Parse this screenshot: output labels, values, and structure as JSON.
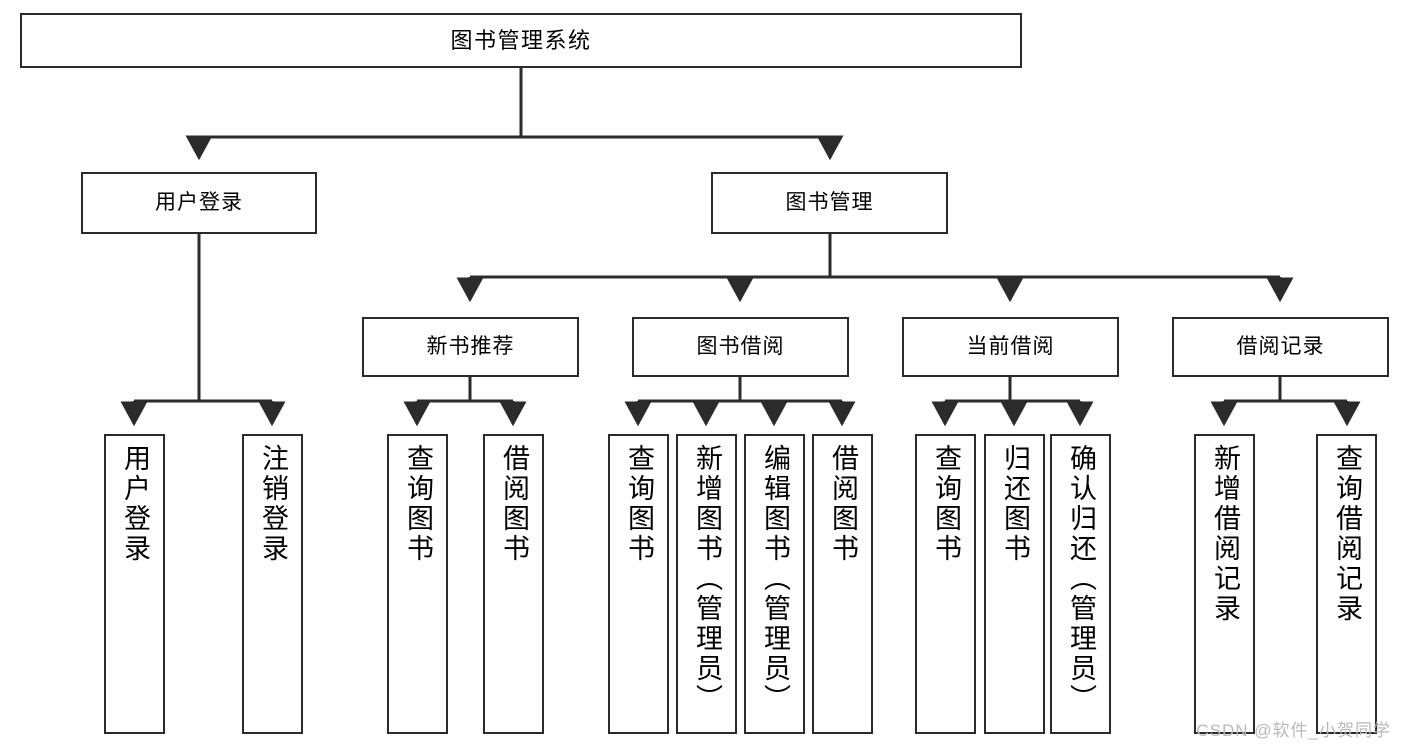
{
  "diagram": {
    "title": "图书管理系统",
    "type": "tree-hierarchy",
    "watermark": "CSDN @软件_小贺同学",
    "colors": {
      "box_border": "#2b2b2b",
      "box_fill": "#ffffff",
      "edge": "#2b2b2b",
      "background": "#ffffff",
      "watermark": "#b9b9b9"
    },
    "nodes": {
      "root": {
        "label": "图书管理系统"
      },
      "level2": [
        {
          "label": "用户登录"
        },
        {
          "label": "图书管理"
        }
      ],
      "level3": [
        {
          "label": "新书推荐"
        },
        {
          "label": "图书借阅"
        },
        {
          "label": "当前借阅"
        },
        {
          "label": "借阅记录"
        }
      ],
      "leaves": {
        "user_login": [
          {
            "label": "用户登录"
          },
          {
            "label": "注销登录"
          }
        ],
        "new_book_recommend": [
          {
            "label": "查询图书"
          },
          {
            "label": "借阅图书"
          }
        ],
        "book_borrow": [
          {
            "label": "查询图书"
          },
          {
            "label": "新增图书（管理员）"
          },
          {
            "label": "编辑图书（管理员）"
          },
          {
            "label": "借阅图书"
          }
        ],
        "current_borrow": [
          {
            "label": "查询图书"
          },
          {
            "label": "归还图书"
          },
          {
            "label": "确认归还（管理员）"
          }
        ],
        "borrow_record": [
          {
            "label": "新增借阅记录"
          },
          {
            "label": "查询借阅记录"
          }
        ]
      }
    }
  }
}
